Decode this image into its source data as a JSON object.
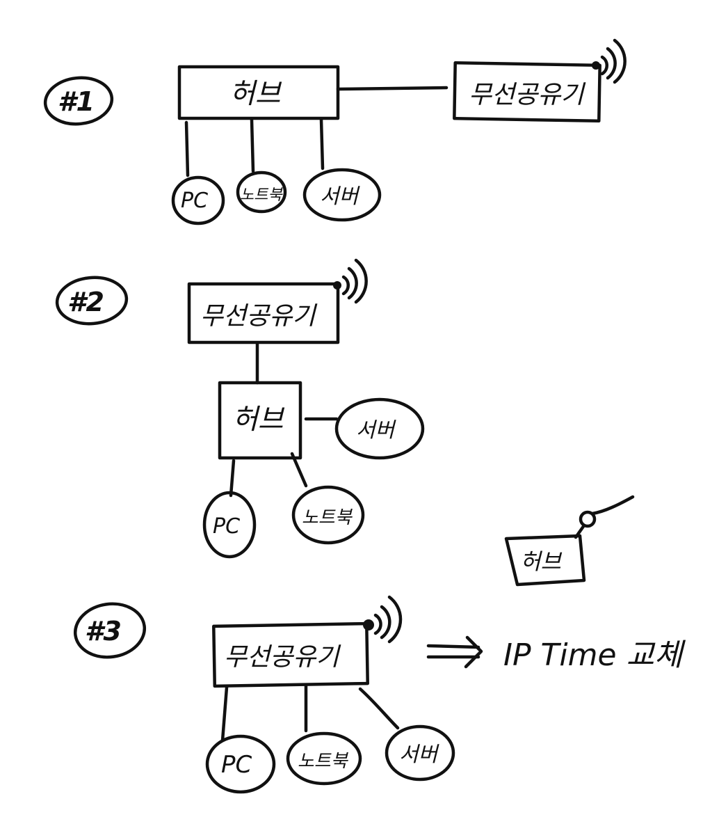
{
  "diagrams": [
    {
      "number": "#1",
      "hub": "허브",
      "router": "무선공유기",
      "nodes": [
        "PC",
        "노트북",
        "서버"
      ]
    },
    {
      "number": "#2",
      "router": "무선공유기",
      "hub": "허브",
      "nodes": [
        "서버",
        "PC",
        "노트북"
      ]
    },
    {
      "number": "#3",
      "router": "무선공유기",
      "nodes": [
        "PC",
        "노트북",
        "서버"
      ],
      "note_arrow": "⇒",
      "note": "IP Time 교체",
      "side_hub": "허브"
    }
  ],
  "colors": {
    "ink": "#111111",
    "background": "#ffffff"
  }
}
